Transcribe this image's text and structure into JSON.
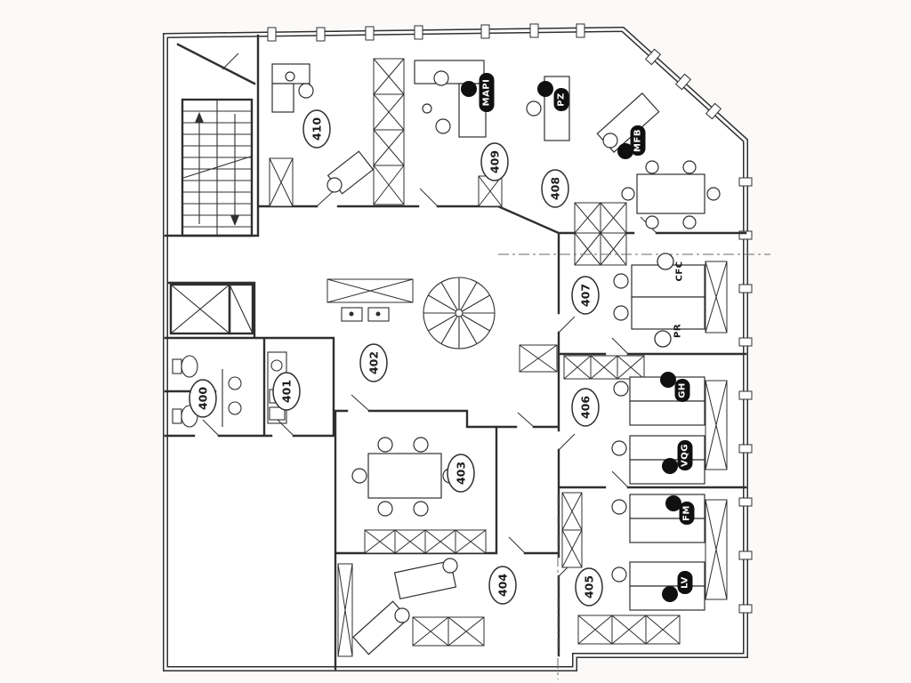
{
  "plan": {
    "rooms": [
      {
        "number": "400"
      },
      {
        "number": "401"
      },
      {
        "number": "402"
      },
      {
        "number": "403"
      },
      {
        "number": "404"
      },
      {
        "number": "405"
      },
      {
        "number": "406"
      },
      {
        "number": "407"
      },
      {
        "number": "408"
      },
      {
        "number": "409"
      },
      {
        "number": "410"
      }
    ],
    "occupants": [
      {
        "initials": "MAPI",
        "marker": "filled"
      },
      {
        "initials": "PZ",
        "marker": "filled"
      },
      {
        "initials": "MFB",
        "marker": "filled"
      },
      {
        "initials": "CFC",
        "marker": "open"
      },
      {
        "initials": "PR",
        "marker": "open"
      },
      {
        "initials": "GH",
        "marker": "filled"
      },
      {
        "initials": "VQG",
        "marker": "filled"
      },
      {
        "initials": "FM",
        "marker": "filled"
      },
      {
        "initials": "LV",
        "marker": "filled"
      }
    ],
    "colors": {
      "line": "#2f2f2f",
      "paper": "#fbfaf8",
      "tag": "#101010"
    }
  }
}
